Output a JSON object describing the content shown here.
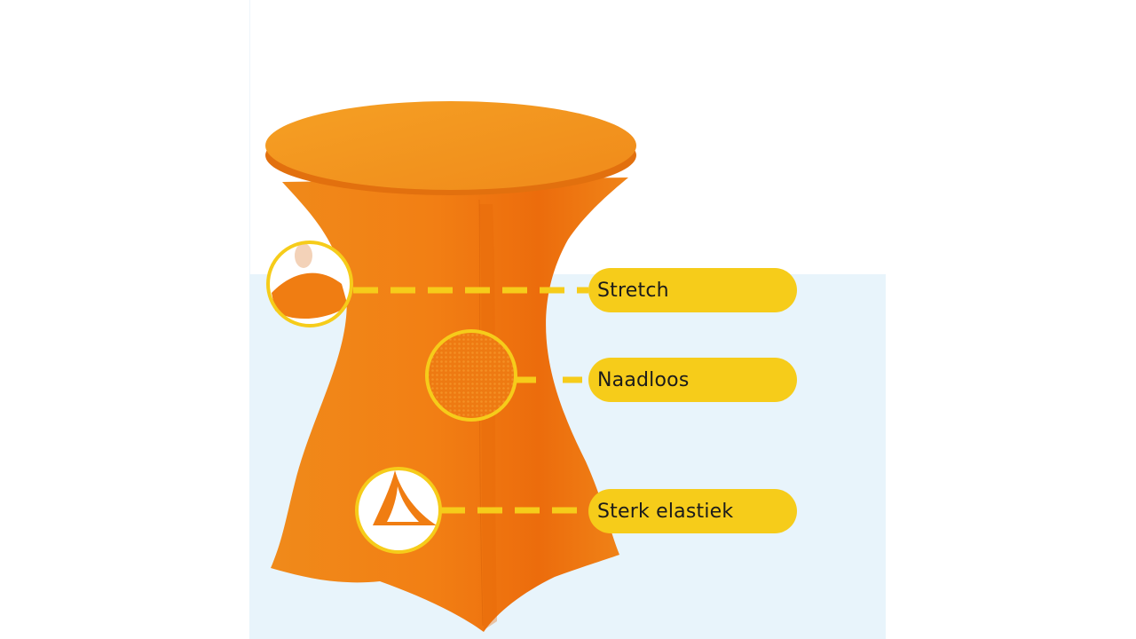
{
  "colors": {
    "cover_orange": "#f07d12",
    "top_orange": "#f49a1e",
    "accent_yellow": "#f6cc1a",
    "panel_blue": "#e8f4fb"
  },
  "features": {
    "stretch": "Stretch",
    "naadloos": "Naadloos",
    "elastiek": "Sterk elastiek"
  }
}
